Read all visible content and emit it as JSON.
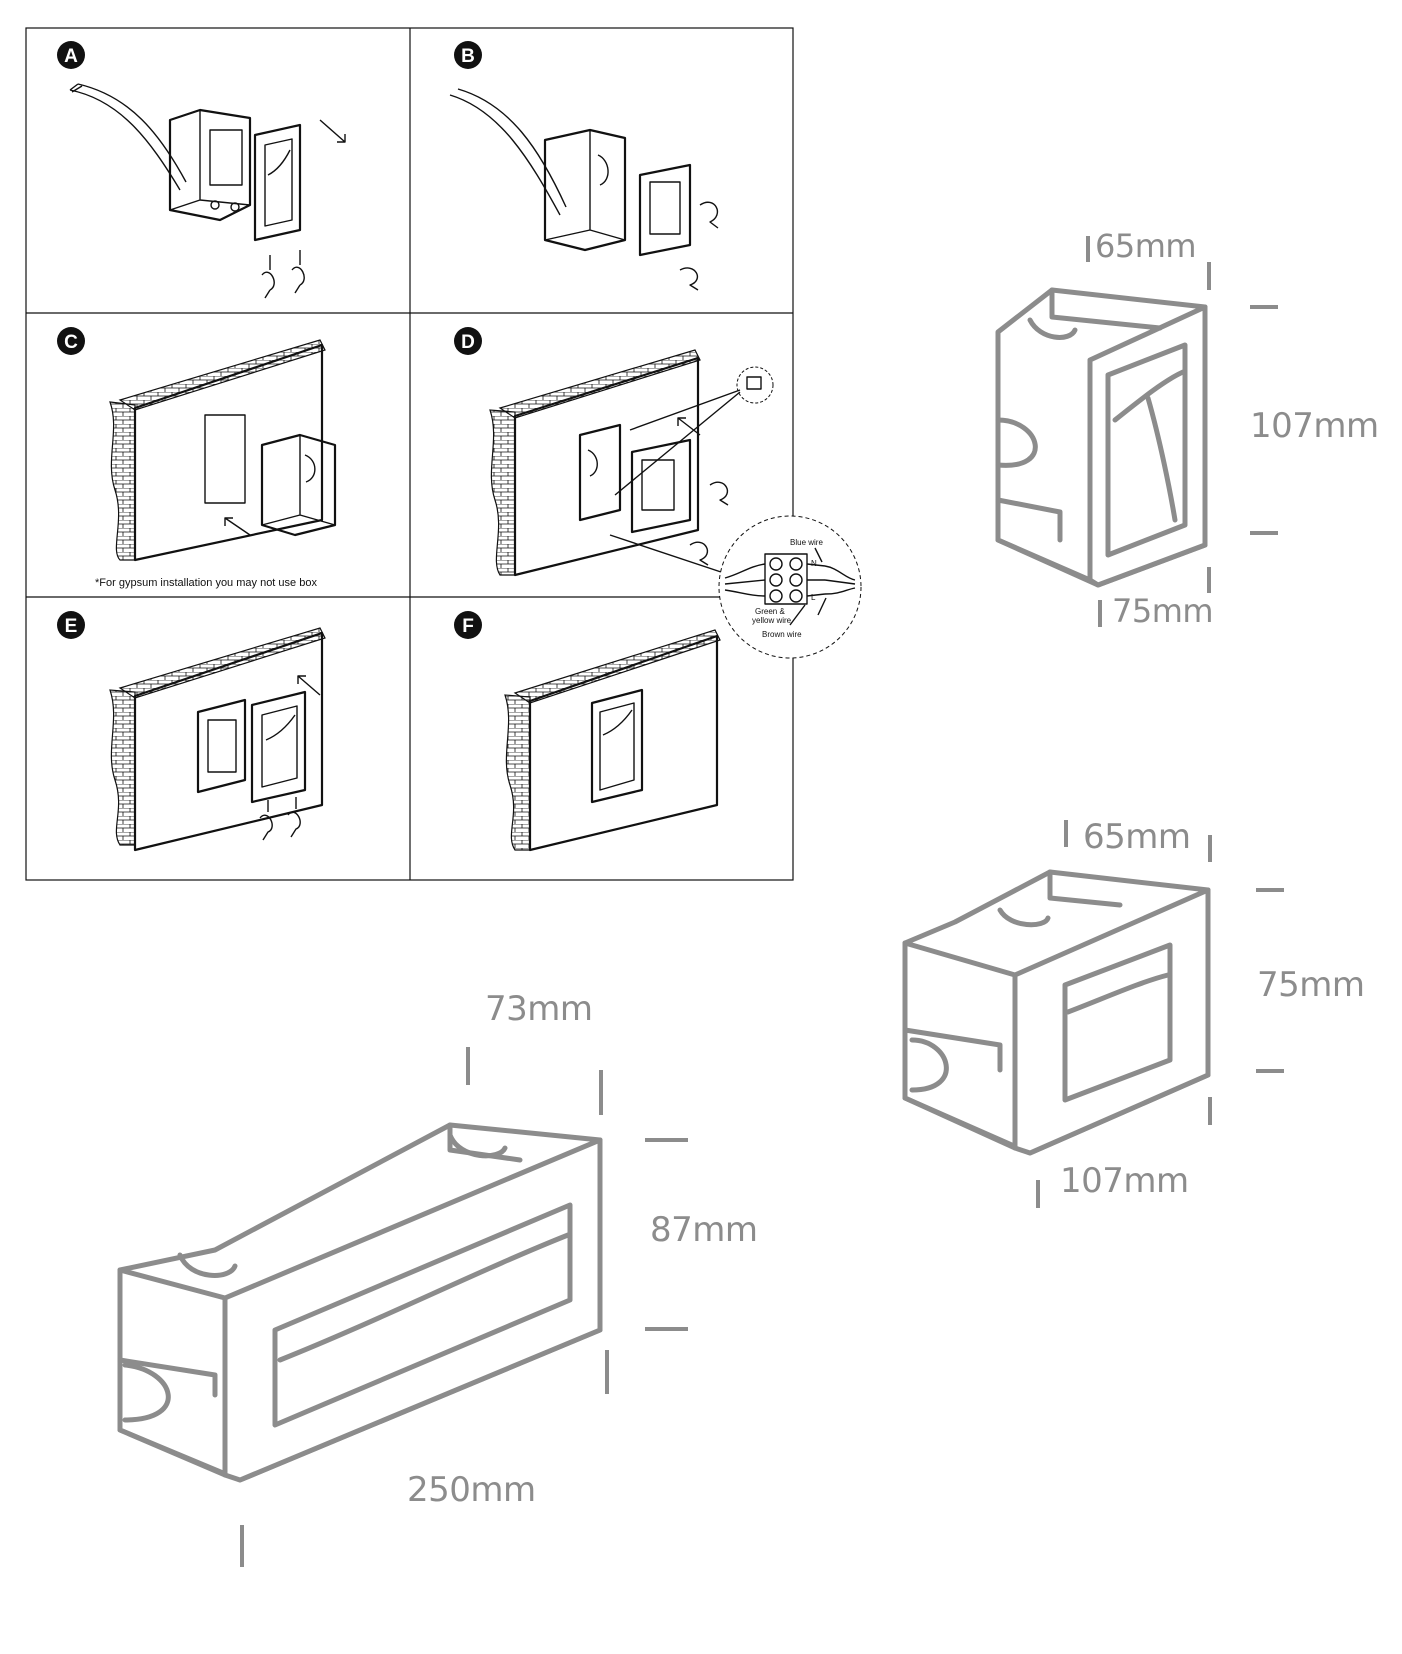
{
  "steps": [
    {
      "label": "A"
    },
    {
      "label": "B"
    },
    {
      "label": "C"
    },
    {
      "label": "D"
    },
    {
      "label": "E"
    },
    {
      "label": "F"
    }
  ],
  "note_c": "*For gypsum installation you may not use box",
  "wiring": {
    "blue": "Blue wire",
    "green1": "Green &",
    "green2": "yellow wire",
    "brown": "Brown wire",
    "n": "N",
    "l": "L"
  },
  "product_small": {
    "width": "65mm",
    "height": "107mm",
    "depth": "75mm"
  },
  "product_medium": {
    "width": "65mm",
    "height": "75mm",
    "depth": "107mm"
  },
  "product_long": {
    "width": "73mm",
    "height": "87mm",
    "depth": "250mm"
  },
  "colors": {
    "drawing_gray": "#8c8c8c",
    "line": "#111111",
    "badge": "#111111"
  }
}
